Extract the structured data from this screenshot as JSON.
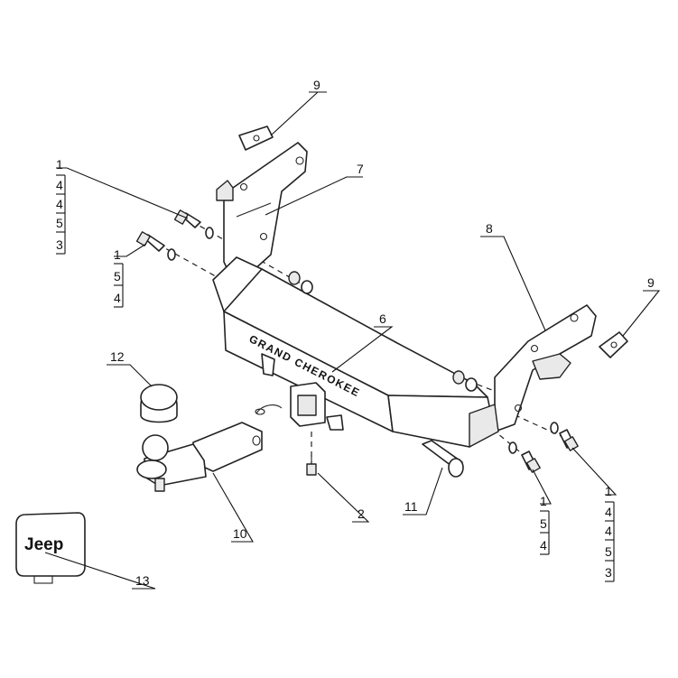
{
  "diagram": {
    "bumper_text": "GRAND CHEROKEE",
    "logo_text": "Jeep",
    "colors": {
      "line": "#222222",
      "background": "#ffffff"
    },
    "callouts": {
      "c9_top": "9",
      "c7": "7",
      "c8": "8",
      "c9_right": "9",
      "c6": "6",
      "c12": "12",
      "c2": "2",
      "c10": "10",
      "c11": "11",
      "c13": "13"
    },
    "stacks": {
      "left_upper": [
        "1",
        "4",
        "4",
        "5",
        "3"
      ],
      "left_lower": [
        "1",
        "5",
        "4"
      ],
      "right_upper": [
        "1",
        "4",
        "4",
        "5",
        "3"
      ],
      "right_lower": [
        "1",
        "5",
        "4"
      ]
    }
  }
}
